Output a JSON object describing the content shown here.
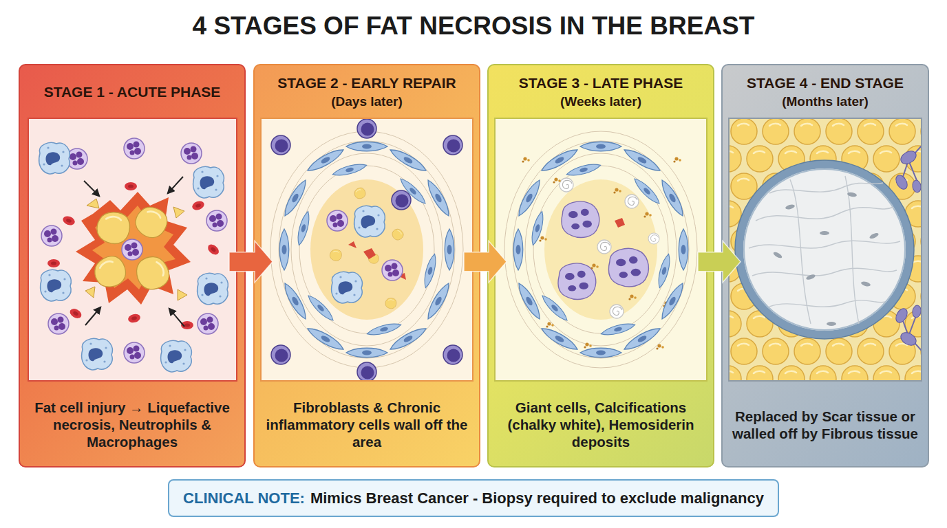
{
  "diagram": {
    "title": "4 STAGES OF FAT NECROSIS IN THE BREAST",
    "nodes": [
      {
        "text": [
          "STAGE 1 - ACUTE PHASE",
          "Fat cell injury → Liquefactive necrosis, Neutrophils & Macrophages"
        ]
      },
      {
        "text": [
          "STAGE 2 - EARLY REPAIR",
          "(Days later)",
          "Fibroblasts & Chronic inflammatory cells wall off the area"
        ]
      },
      {
        "text": [
          "STAGE 3 - LATE PHASE",
          "(Weeks later)",
          "Giant cells, Calcifications (chalky white), Hemosiderin deposits"
        ]
      },
      {
        "text": [
          "STAGE 4 - END STAGE",
          "(Months later)",
          "Replaced by Scar tissue or walled off by Fibrous tissue"
        ]
      },
      {
        "text": [
          "CLINICAL NOTE:",
          "Mimics Breast Cancer - Biopsy required to exclude malignancy"
        ]
      }
    ],
    "edges": [
      {
        "from": 0,
        "to": 1,
        "arrow": "to"
      },
      {
        "from": 1,
        "to": 2,
        "arrow": "to"
      },
      {
        "from": 2,
        "to": 3,
        "arrow": "to"
      }
    ]
  }
}
